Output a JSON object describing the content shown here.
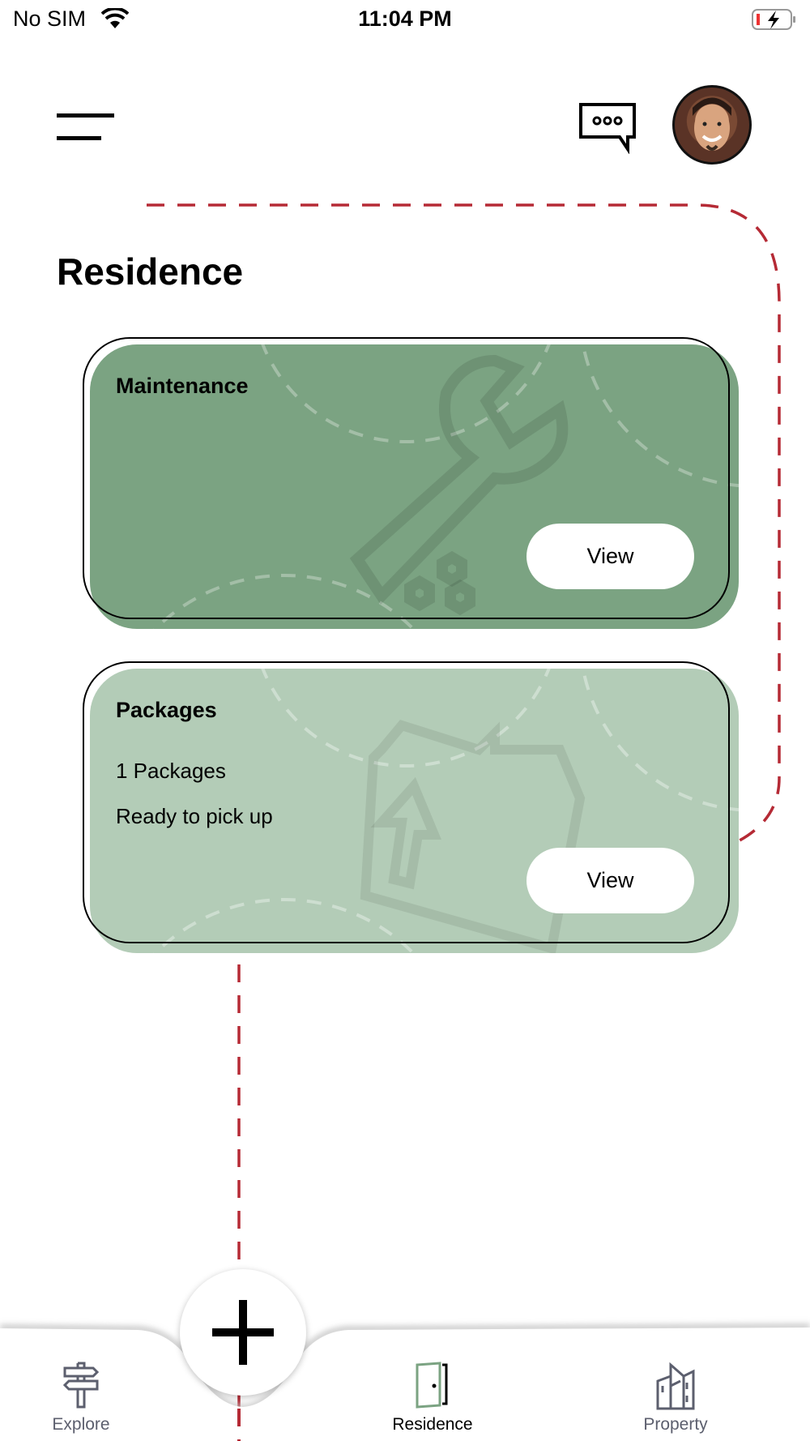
{
  "status_bar": {
    "carrier": "No SIM",
    "time": "11:04 PM"
  },
  "header": {
    "menu_icon": "hamburger-icon",
    "chat_icon": "chat-bubble-icon",
    "avatar": "user-avatar"
  },
  "page": {
    "title": "Residence"
  },
  "cards": [
    {
      "title": "Maintenance",
      "lines": [],
      "button": "View",
      "color": "#7BA382",
      "icon": "wrench-icon"
    },
    {
      "title": "Packages",
      "lines": [
        "1 Packages",
        "Ready to pick up"
      ],
      "button": "View",
      "color": "#B3CCB7",
      "icon": "package-icon"
    }
  ],
  "bottom_nav": {
    "items": [
      {
        "label": "Explore",
        "icon": "signpost-icon",
        "active": false
      },
      {
        "label": "Residence",
        "icon": "door-icon",
        "active": true
      },
      {
        "label": "Property",
        "icon": "building-icon",
        "active": false
      }
    ],
    "fab_icon": "plus-icon"
  },
  "colors": {
    "accent_red": "#B52A35",
    "active_green": "#7BA382",
    "inactive": "#5c5f6e"
  }
}
